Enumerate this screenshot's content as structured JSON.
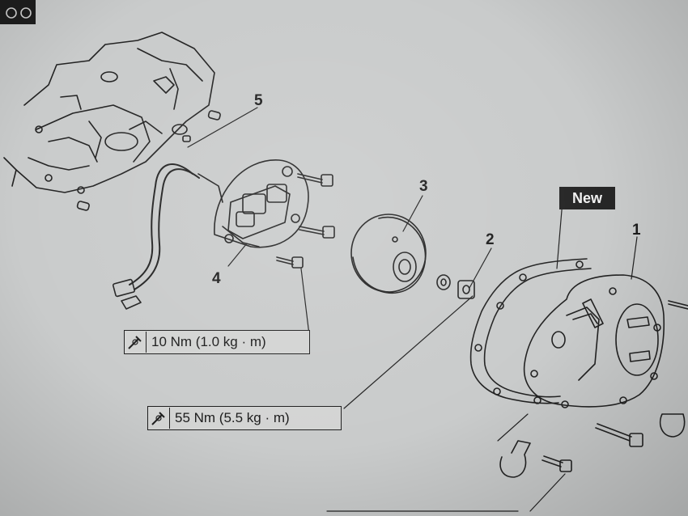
{
  "callouts": {
    "c1": "1",
    "c2": "2",
    "c3": "3",
    "c4": "4",
    "c5": "5"
  },
  "badge": {
    "label": "New"
  },
  "torque": {
    "upper": "10 Nm (1.0 kg · m)",
    "lower": "55 Nm (5.5 kg · m)"
  },
  "colors": {
    "paper": "#c9cbcb",
    "ink": "#1f1f1f",
    "badge_bg": "#262626"
  }
}
